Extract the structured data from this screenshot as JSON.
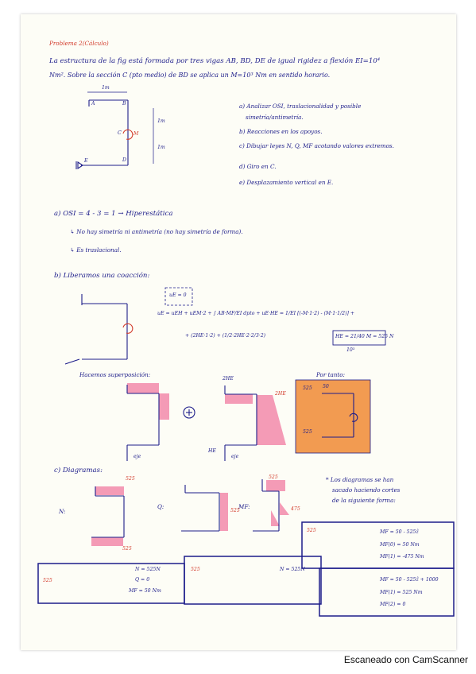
{
  "heading": "Problema 2(Cálculo)",
  "statement": {
    "line1": "La estructura de la fig está formada por tres vigas AB, BD, DE de igual rigidez a flexión EI=10⁴",
    "line2": "Nm². Sobre la sección C (pto medio) de BD se aplica un M=10³ Nm en sentido horario."
  },
  "figure": {
    "dim_top": "1m",
    "dim_right1": "1m",
    "dim_right2": "1m",
    "points": [
      "A",
      "B",
      "C",
      "D",
      "E"
    ],
    "moment": "M"
  },
  "questions": [
    "a) Analizar OSI, traslacionalidad y posible",
    "simetría/antimetría.",
    "b) Reacciones en los apoyos.",
    "c) Dibujar leyes N, Q, MF acotando valores extremos.",
    "d) Giro en C.",
    "e) Desplazamiento vertical en E."
  ],
  "answer_a": {
    "line1": "a) OSI = 4 - 3 = 1 → Hiperestática",
    "line2": "↳ No hay simetría ni antimetría (no hay simetría de forma).",
    "line3": "↳ Es traslacional."
  },
  "answer_b": {
    "title": "b) Liberamos una coacción:",
    "condition": "uE = 0",
    "eq1": "uE = uEH + uEM·2 + ∫ AB·MF/EI dpto + uE·HE = 1/EI [(-M·1·2) - (M·1·1/2)] +",
    "eq2": "+ (2HE·1·2) + (1/2·2HE·2·2/3·2)",
    "result": "HE = 21/40 M = 525 N",
    "result_power": "10³",
    "superposition_label": "Hacemos superposición:",
    "por_tanto": "Por tanto:",
    "label_2he": "2HE",
    "label_he": "HE",
    "label_eje": "eje",
    "val_525": "525",
    "val_50": "50"
  },
  "answer_c": {
    "title": "c) Diagramas:",
    "labels": [
      "N:",
      "Q:",
      "MF:"
    ],
    "val_525": "525",
    "val_475": "475",
    "val_dia_525": "525",
    "note1": "* Los diagramas se han",
    "note2": "sacado haciendo cortes",
    "note3": "de la siguiente forma:",
    "box1_lines": [
      "N = 525N",
      "Q = 0",
      "MF = 50 Nm"
    ],
    "box2_lines": [
      "N = 525N"
    ],
    "box3_lines": [
      "MF = 50 - 525ẑ",
      "MF(0) = 50 Nm",
      "MF(1) = -475 Nm"
    ],
    "box4_lines": [
      "MF = 50 - 525ẑ + 1000",
      "MF(1) = 525 Nm",
      "MF(2) = 0"
    ]
  },
  "footer": "Escaneado con CamScanner"
}
